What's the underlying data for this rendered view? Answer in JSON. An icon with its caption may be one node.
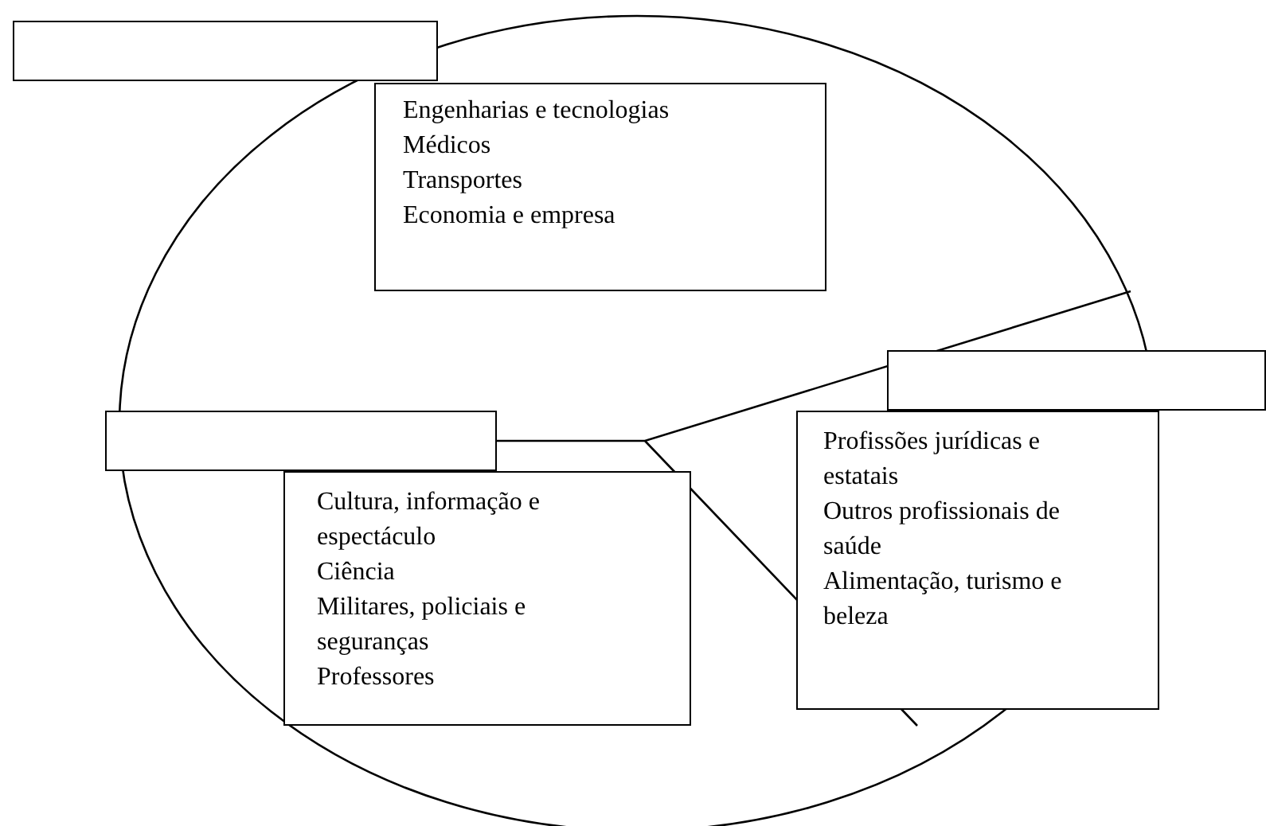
{
  "diagram": {
    "nodes": [
      {
        "text": [],
        "shape": "box"
      },
      {
        "text": [
          "Engenharias e tecnologias",
          "Médicos",
          "Transportes",
          "Economia e empresa"
        ]
      },
      {
        "text": [],
        "shape": "box"
      },
      {
        "text": [
          "Profissões jurídicas e estatais",
          "Outros profissionais de saúde",
          "Alimentação, turismo e beleza"
        ]
      },
      {
        "text": [],
        "shape": "box"
      },
      {
        "text": [
          "Cultura, informação e espectáculo",
          "Ciência",
          "Militares, policiais e seguranças",
          "Professores"
        ]
      }
    ]
  }
}
